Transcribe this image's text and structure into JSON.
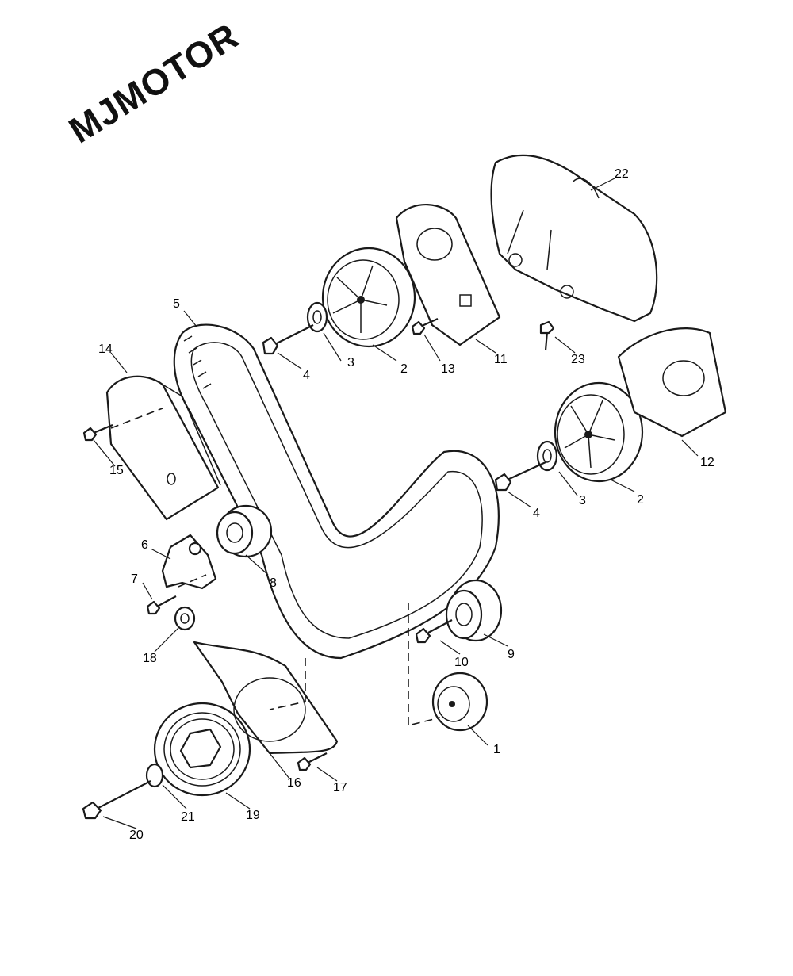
{
  "watermark": {
    "text": "MJMOTOR",
    "color": "#111111"
  },
  "colors": {
    "line": "#1a1a1a",
    "background": "#ffffff"
  },
  "callouts": [
    {
      "id": "c1",
      "text": "1"
    },
    {
      "id": "c2a",
      "text": "2"
    },
    {
      "id": "c2b",
      "text": "2"
    },
    {
      "id": "c3a",
      "text": "3"
    },
    {
      "id": "c3b",
      "text": "3"
    },
    {
      "id": "c4a",
      "text": "4"
    },
    {
      "id": "c4b",
      "text": "4"
    },
    {
      "id": "c5",
      "text": "5"
    },
    {
      "id": "c6",
      "text": "6"
    },
    {
      "id": "c7",
      "text": "7"
    },
    {
      "id": "c8",
      "text": "8"
    },
    {
      "id": "c9",
      "text": "9"
    },
    {
      "id": "c10",
      "text": "10"
    },
    {
      "id": "c11",
      "text": "11"
    },
    {
      "id": "c12",
      "text": "12"
    },
    {
      "id": "c13",
      "text": "13"
    },
    {
      "id": "c14",
      "text": "14"
    },
    {
      "id": "c15",
      "text": "15"
    },
    {
      "id": "c16",
      "text": "16"
    },
    {
      "id": "c17",
      "text": "17"
    },
    {
      "id": "c18",
      "text": "18"
    },
    {
      "id": "c19",
      "text": "19"
    },
    {
      "id": "c20",
      "text": "20"
    },
    {
      "id": "c21",
      "text": "21"
    },
    {
      "id": "c22",
      "text": "22"
    },
    {
      "id": "c23",
      "text": "23"
    }
  ]
}
